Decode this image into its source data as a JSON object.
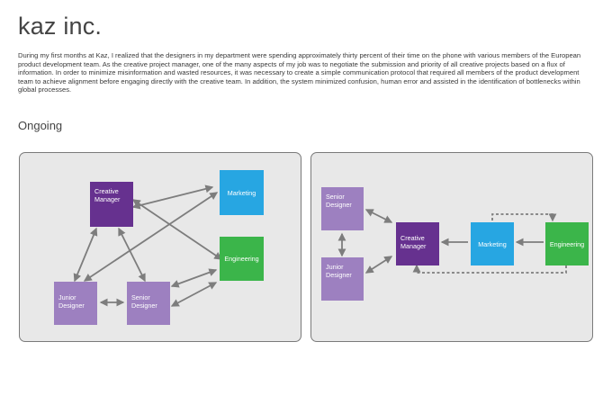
{
  "header": {
    "title": "kaz inc.",
    "intro": "During my first months at Kaz, I realized that the designers in my department were spending approximately thirty percent of their time on the phone with various members of the European product development team.  As the creative project manager, one of the many aspects of my job was to negotiate the submission and priority of all creative projects based on a flux of information.  In order to minimize misinformation and wasted resources, it was necessary to create a simple communication protocol that required all members of the product development team to achieve alignment before engaging directly with the creative team.  In addition, the system minimized confusion, human error and assisted in the identification of bottlenecks within global processes."
  },
  "section": {
    "title": "Ongoing"
  },
  "colors": {
    "creative_manager": "#66318f",
    "designer": "#9d80c0",
    "marketing": "#27a6e2",
    "engineering": "#3bb54a",
    "panel_bg": "#e8e8e8",
    "arrow": "#7d7d7d"
  },
  "diagram_left": {
    "nodes": {
      "creative_manager": "Creative Manager",
      "marketing": "Marketing",
      "engineering": "Engineering",
      "junior_designer": "Junior Designer",
      "senior_designer": "Senior Designer"
    }
  },
  "diagram_right": {
    "nodes": {
      "senior_designer": "Senior Designer",
      "junior_designer": "Junior Designer",
      "creative_manager": "Creative Manager",
      "marketing": "Marketing",
      "engineering": "Engineering"
    }
  }
}
